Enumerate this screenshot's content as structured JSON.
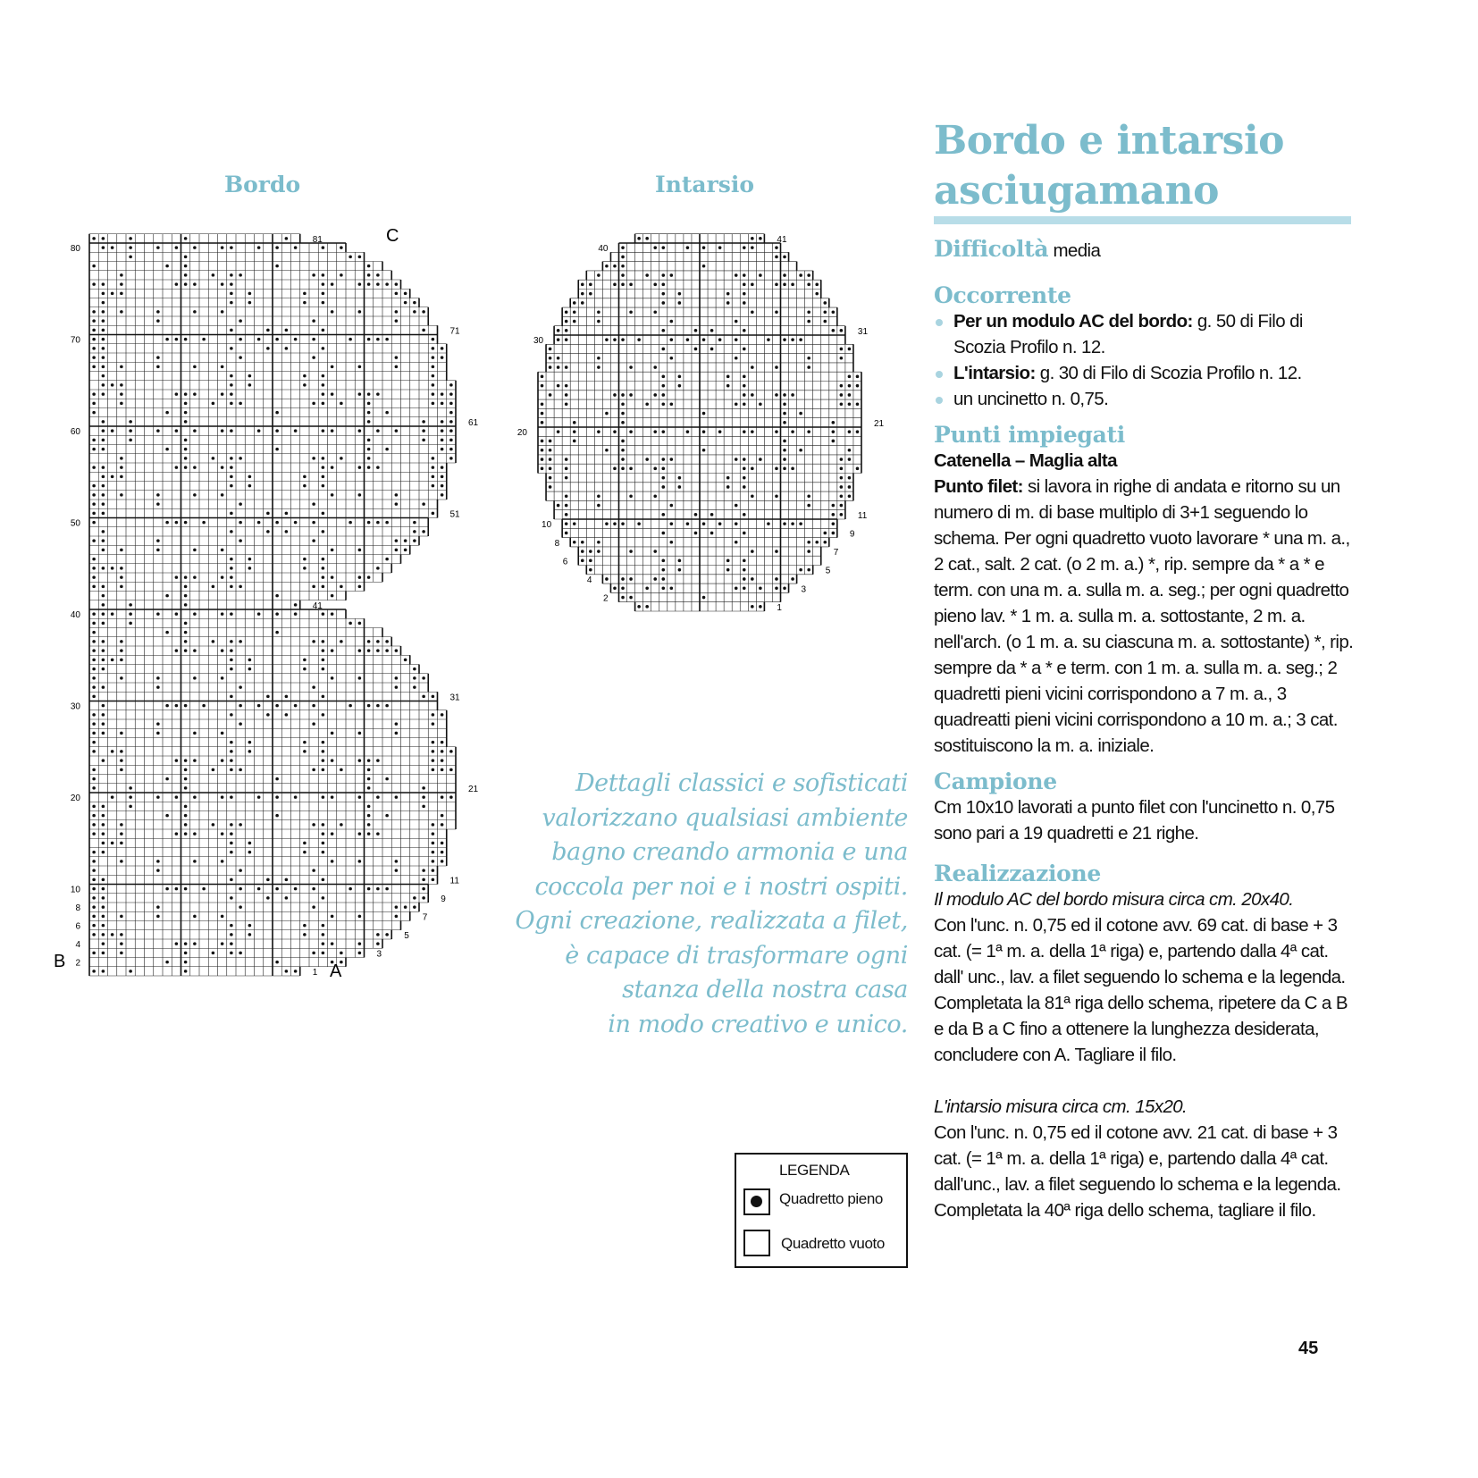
{
  "charts": {
    "bordo": {
      "title": "Bordo",
      "left_labels": [
        "80",
        "70",
        "60",
        "50",
        "40",
        "30",
        "20",
        "10",
        "8",
        "6",
        "4",
        "2"
      ],
      "right_labels": [
        "81",
        "71",
        "61",
        "51",
        "41",
        "31",
        "21",
        "11",
        "9",
        "7",
        "5",
        "3",
        "1"
      ],
      "markers": {
        "a": "A",
        "b": "B",
        "c": "C"
      }
    },
    "intarsio": {
      "title": "Intarsio",
      "left_labels": [
        "40",
        "30",
        "20",
        "10",
        "8",
        "6",
        "4",
        "2"
      ],
      "right_labels": [
        "41",
        "31",
        "21",
        "11",
        "9",
        "7",
        "5",
        "3",
        "1"
      ]
    }
  },
  "article": {
    "title_line1": "Bordo e intarsio",
    "title_line2": "asciugamano",
    "difficolta_label": "Difficoltà",
    "difficolta_value": "media",
    "occorrente_heading": "Occorrente",
    "occorrente": [
      {
        "bold": "Per un modulo AC del bordo:",
        "text": " g. 50 di Filo di Scozia Profilo n. 12."
      },
      {
        "bold": "L'intarsio:",
        "text": " g. 30 di Filo di Scozia Profilo n. 12."
      },
      {
        "bold": "",
        "text": "un uncinetto n. 0,75."
      }
    ],
    "punti_heading": "Punti impiegati",
    "punti_sub": "Catenella – Maglia alta",
    "punto_filet_label": "Punto filet:",
    "punto_filet_text": " si lavora in righe di andata e ritorno su un numero di m. di base multiplo di 3+1 seguendo lo schema. Per ogni quadretto vuoto lavorare * una m. a., 2 cat., salt. 2 cat. (o 2 m. a.) *, rip. sempre da * a * e term. con una m. a. sulla m. a. seg.; per ogni quadretto pieno lav. * 1 m. a. sulla m. a. sottostante, 2 m. a. nell'arch. (o 1 m. a. su ciascuna m. a. sottostante) *, rip. sempre da * a * e term. con 1 m. a. sulla m. a. seg.; 2 quadretti pieni vicini corrispondono a 7 m. a., 3 quadreatti pieni vicini corrispondono a 10 m. a.; 3 cat. sostituiscono la m. a. iniziale.",
    "campione_heading": "Campione",
    "campione_text": "Cm 10x10 lavorati a punto filet con l'uncinetto n. 0,75 sono pari a 19 quadretti e 21 righe.",
    "realizzazione_heading": "Realizzazione",
    "real_intro1": "Il modulo AC del bordo misura circa cm. 20x40.",
    "real_text1": "Con l'unc. n. 0,75 ed il cotone avv. 69 cat. di base + 3 cat. (= 1ª  m. a. della 1ª riga) e, partendo dalla 4ª cat. dall' unc., lav. a filet seguendo lo schema e la legenda. Completata la 81ª riga dello schema, ripetere da C a B e da B a C fino a ottenere la lunghezza desiderata, concludere con A. Tagliare il filo.",
    "real_intro2": "L'intarsio misura circa cm. 15x20.",
    "real_text2": "Con l'unc. n. 0,75 ed il cotone avv. 21 cat. di base + 3 cat. (= 1ª  m. a. della 1ª riga) e, partendo dalla 4ª cat. dall'unc., lav. a filet seguendo lo schema e la legenda. Completata la 40ª riga dello schema, tagliare il filo."
  },
  "quote": [
    "Dettagli classici e sofisticati",
    "valorizzano qualsiasi ambiente",
    "bagno creando armonia e una",
    "coccola per noi e i nostri ospiti.",
    "Ogni creazione, realizzata a filet,",
    "è capace di trasformare ogni",
    "stanza della nostra casa",
    "in modo creativo e unico."
  ],
  "legend": {
    "title": "LEGENDA",
    "full": "Quadretto pieno",
    "empty": "Quadretto vuoto"
  },
  "page_number": "45",
  "colors": {
    "accent": "#7cbccc",
    "bar": "#b8dde8"
  }
}
